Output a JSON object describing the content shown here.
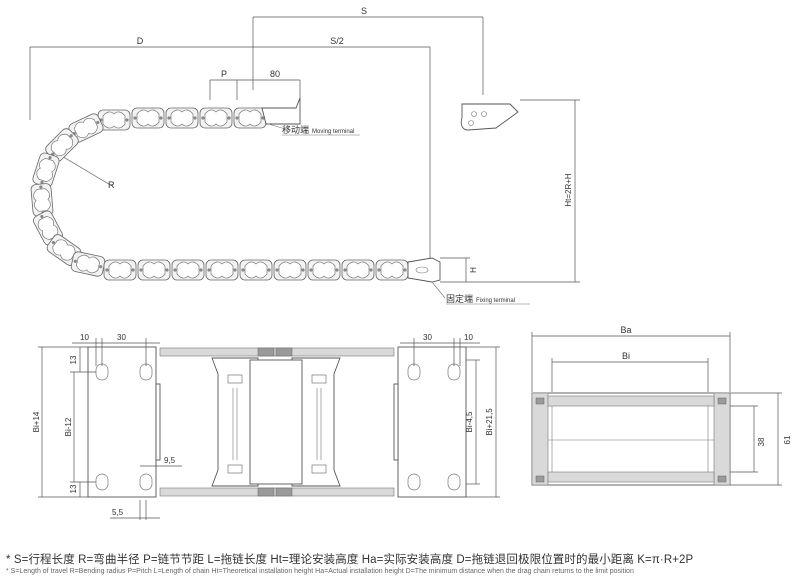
{
  "top_view": {
    "dim_S": "S",
    "dim_D": "D",
    "dim_S_half": "S/2",
    "dim_P": "P",
    "dim_80": "80",
    "dim_R": "R",
    "dim_Ht": "Ht=2R+H",
    "dim_H": "H",
    "moving_cn": "移动端",
    "moving_en": "Moving terminal",
    "fixing_cn": "固定端",
    "fixing_en": "Fixing terminal"
  },
  "bracket_view": {
    "dim_10_left": "10",
    "dim_30_left": "30",
    "dim_30_right": "30",
    "dim_10_right": "10",
    "dim_13_top": "13",
    "dim_13_bottom": "13",
    "dim_bi_plus14": "Bi+14",
    "dim_bi_minus12": "Bi-12",
    "dim_9_5": "9,5",
    "dim_5_5": "5,5",
    "dim_bi_minus4_5": "Bi-4,5",
    "dim_bi_plus21_5": "Bi+21,5"
  },
  "section_view": {
    "dim_Ba": "Ba",
    "dim_Bi": "Bi",
    "dim_38": "38",
    "dim_61": "61"
  },
  "legend": {
    "cn": "* S=行程长度  R=弯曲半径  P=链节节距  L=拖链长度  Ht=理论安装高度  Ha=实际安装高度  D=拖链退回极限位置时的最小距离  K=π·R+2P",
    "en": "* S=Length of travel  R=Bending radius  P=Pitch  L=Length of chain  Ht=Theoretical installation height  Ha=Actual installation height  D=The minimum distance when the drag chain returns to the limit position"
  }
}
